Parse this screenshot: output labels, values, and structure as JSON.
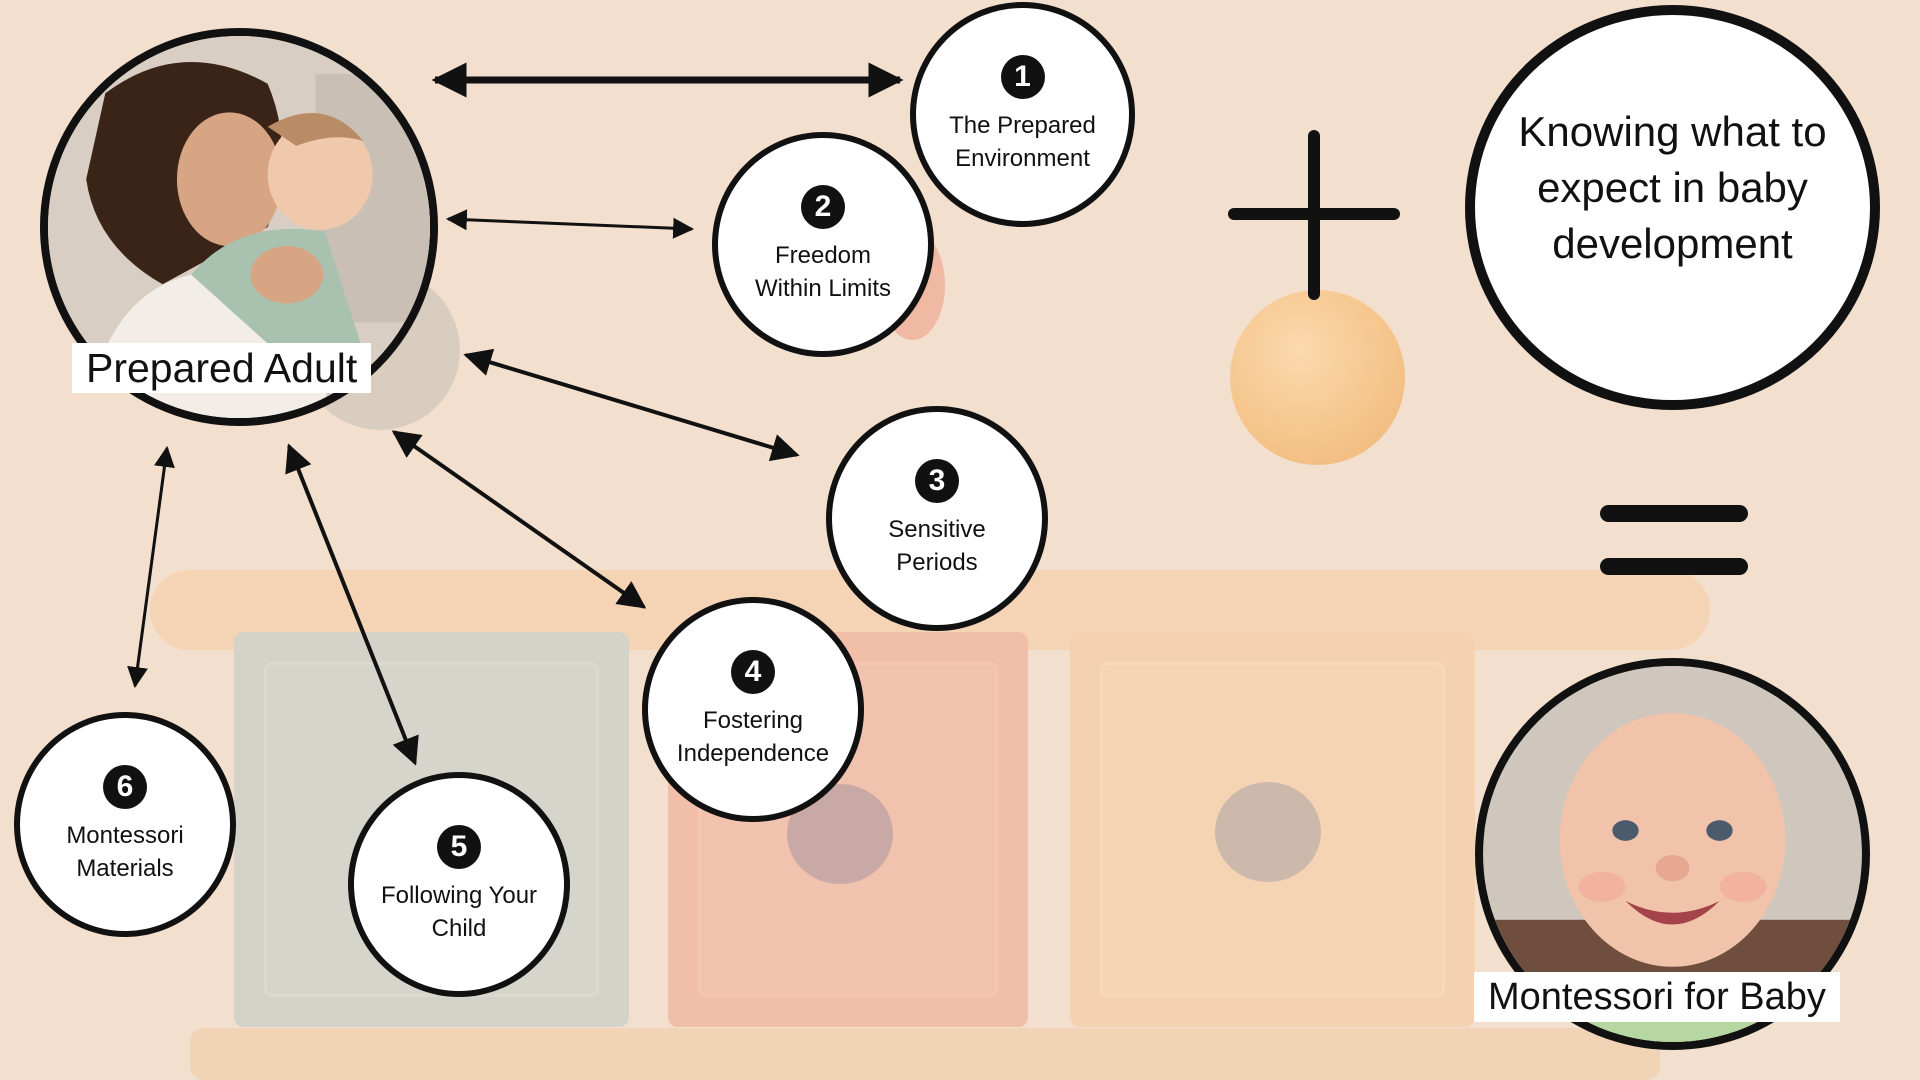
{
  "adult_label": "Prepared Adult",
  "baby_label": "Montessori for Baby",
  "goal_text": "Knowing what to\nexpect in baby\ndevelopment",
  "principles": [
    {
      "number": "1",
      "label": "The Prepared\nEnvironment"
    },
    {
      "number": "2",
      "label": "Freedom\nWithin Limits"
    },
    {
      "number": "3",
      "label": "Sensitive\nPeriods"
    },
    {
      "number": "4",
      "label": "Fostering\nIndependence"
    },
    {
      "number": "5",
      "label": "Following Your\nChild"
    },
    {
      "number": "6",
      "label": "Montessori\nMaterials"
    }
  ],
  "colors": {
    "background": "#f3dfcd",
    "ink": "#111111",
    "circle_fill": "#ffffff"
  },
  "icons": [
    "plus-icon",
    "equals-icon",
    "double-arrow-icon"
  ]
}
